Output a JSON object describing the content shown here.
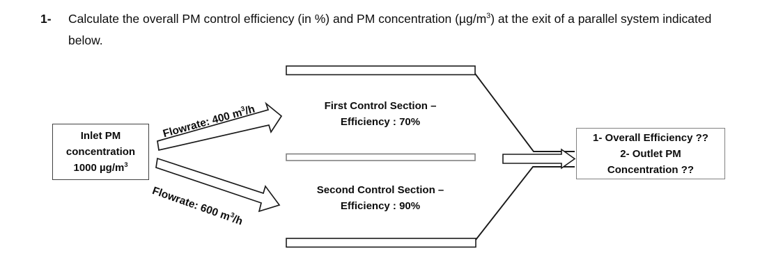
{
  "question": {
    "number": "1-",
    "line1_a": "Calculate the overall PM control efficiency (in %) and PM concentration (µg/m",
    "line1_sup": "3",
    "line1_b": ") at the exit of",
    "line2": "a parallel system indicated below."
  },
  "diagram": {
    "inlet": {
      "line1": "Inlet PM",
      "line2": "concentration",
      "line3_a": "1000 µg/m",
      "line3_sup": "3"
    },
    "flow_top": {
      "label_a": "Flowrate: 400 m",
      "label_sup": "3",
      "label_b": "/h"
    },
    "flow_bottom": {
      "label_a": "Flowrate: 600 m",
      "label_sup": "3",
      "label_b": "/h"
    },
    "first_section": {
      "line1": "First Control Section –",
      "line2": "Efficiency : 70%"
    },
    "second_section": {
      "line1": "Second Control Section –",
      "line2": "Efficiency : 90%"
    },
    "outlet": {
      "line1": "1- Overall Efficiency ??",
      "line2": "2- Outlet PM",
      "line3": "Concentration ??"
    },
    "colors": {
      "stroke_dark": "#1a1a1a",
      "stroke_gray": "#808080",
      "fill_white": "#ffffff",
      "text": "#0d0d0d",
      "background": "#ffffff"
    }
  }
}
